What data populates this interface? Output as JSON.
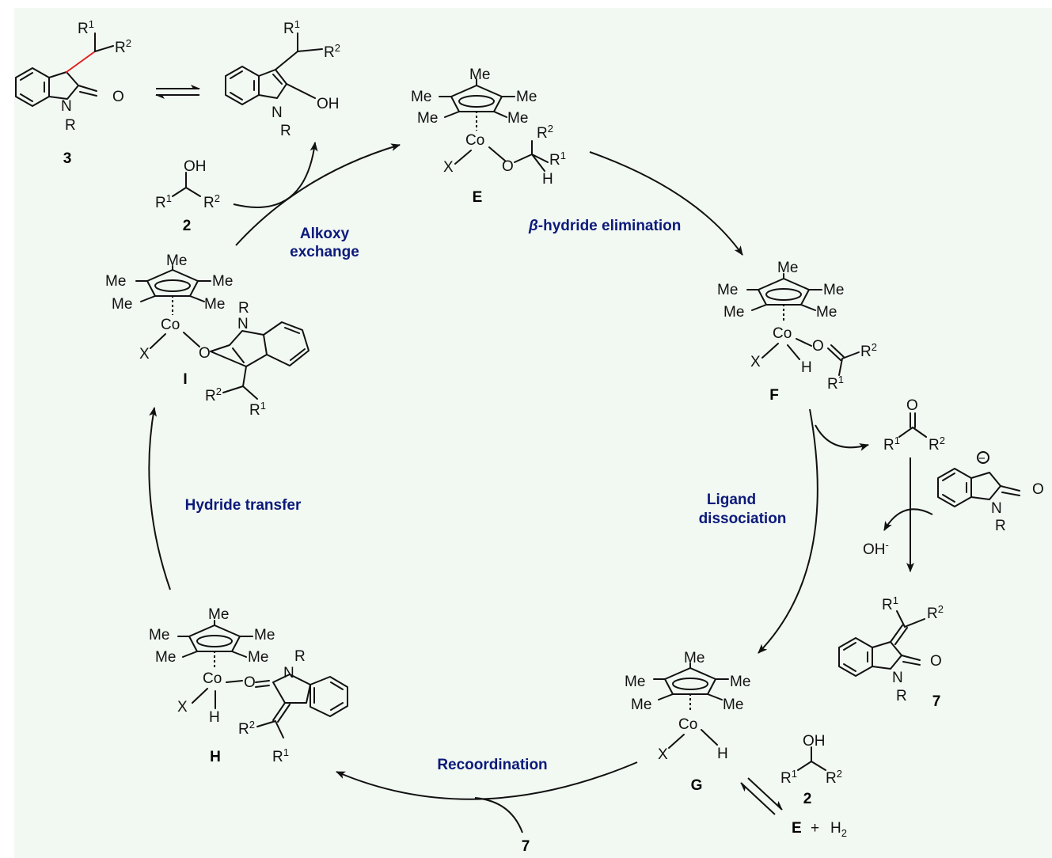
{
  "colors": {
    "background": "#f2f8f2",
    "step_text": "#0b1a7a",
    "highlight_bond": "#e02020"
  },
  "labels": {
    "c3": "3",
    "c2a": "2",
    "c2b": "2",
    "cE": "E",
    "cF": "F",
    "cG": "G",
    "cH": "H",
    "cI": "I",
    "c7a": "7",
    "c7b": "7",
    "eq_E": "E",
    "eq_plus": "+",
    "eq_H2": "H",
    "eq_H2_sub": "2",
    "hydroxide": "OH",
    "hydroxide_sup": "-"
  },
  "steps": {
    "alkoxy1": "Alkoxy",
    "alkoxy2": "exchange",
    "beta_sym": "β",
    "beta_rest": "-hydride elimination",
    "ligand1": "Ligand",
    "ligand2": "dissociation",
    "recoord": "Recoordination",
    "hydride": "Hydride transfer"
  },
  "atoms": {
    "Me": "Me",
    "Co": "Co",
    "X": "X",
    "O": "O",
    "H": "H",
    "N": "N",
    "OH": "OH",
    "R": "R",
    "R1": "1",
    "R2": "2",
    "minus": "−"
  }
}
